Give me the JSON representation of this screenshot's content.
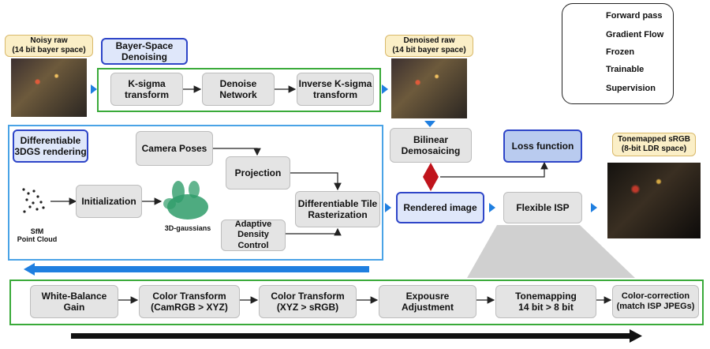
{
  "legend": {
    "forward": "Forward pass",
    "gradient": "Gradient Flow",
    "frozen": "Frozen",
    "trainable": "Trainable",
    "supervision": "Supervision"
  },
  "top": {
    "noisy_raw": "Noisy raw\n(14 bit bayer space)",
    "bayer_denoising": "Bayer-Space\nDenoising",
    "k_sigma": "K-sigma\ntransform",
    "denoise_net": "Denoise\nNetwork",
    "inverse_k_sigma": "Inverse K-sigma\ntransform",
    "denoised_raw": "Denoised raw\n(14 bit bayer space)"
  },
  "middle": {
    "diff_3dgs": "Differentiable\n3DGS rendering",
    "camera_poses": "Camera Poses",
    "projection": "Projection",
    "initialization": "Initialization",
    "sfm": "SfM\nPoint Cloud",
    "gaussians": "3D-gaussians",
    "tile_raster": "Differentiable Tile\nRasterization",
    "adc": "Adaptive\nDensity Control",
    "bilinear": "Bilinear\nDemosaicing",
    "loss": "Loss function",
    "rendered": "Rendered image",
    "flexible_isp": "Flexible ISP",
    "tonemapped_srgb": "Tonemapped sRGB\n(8-bit LDR space)"
  },
  "isp": {
    "wb": "White-Balance\nGain",
    "ct1": "Color Transform\n(CamRGB > XYZ)",
    "ct2": "Color Transform\n(XYZ > sRGB)",
    "exposure": "Expousre\nAdjustment",
    "tonemap": "Tonemapping\n14 bit > 8 bit",
    "cc": "Color-correction\n(match ISP JPEGs)"
  },
  "colors": {
    "forward": "#1d2a33",
    "gradient": "#1f7fe0",
    "frozen": "#3aaa3a",
    "trainable": "#4aa3e6",
    "supervision": "#c0141c"
  }
}
